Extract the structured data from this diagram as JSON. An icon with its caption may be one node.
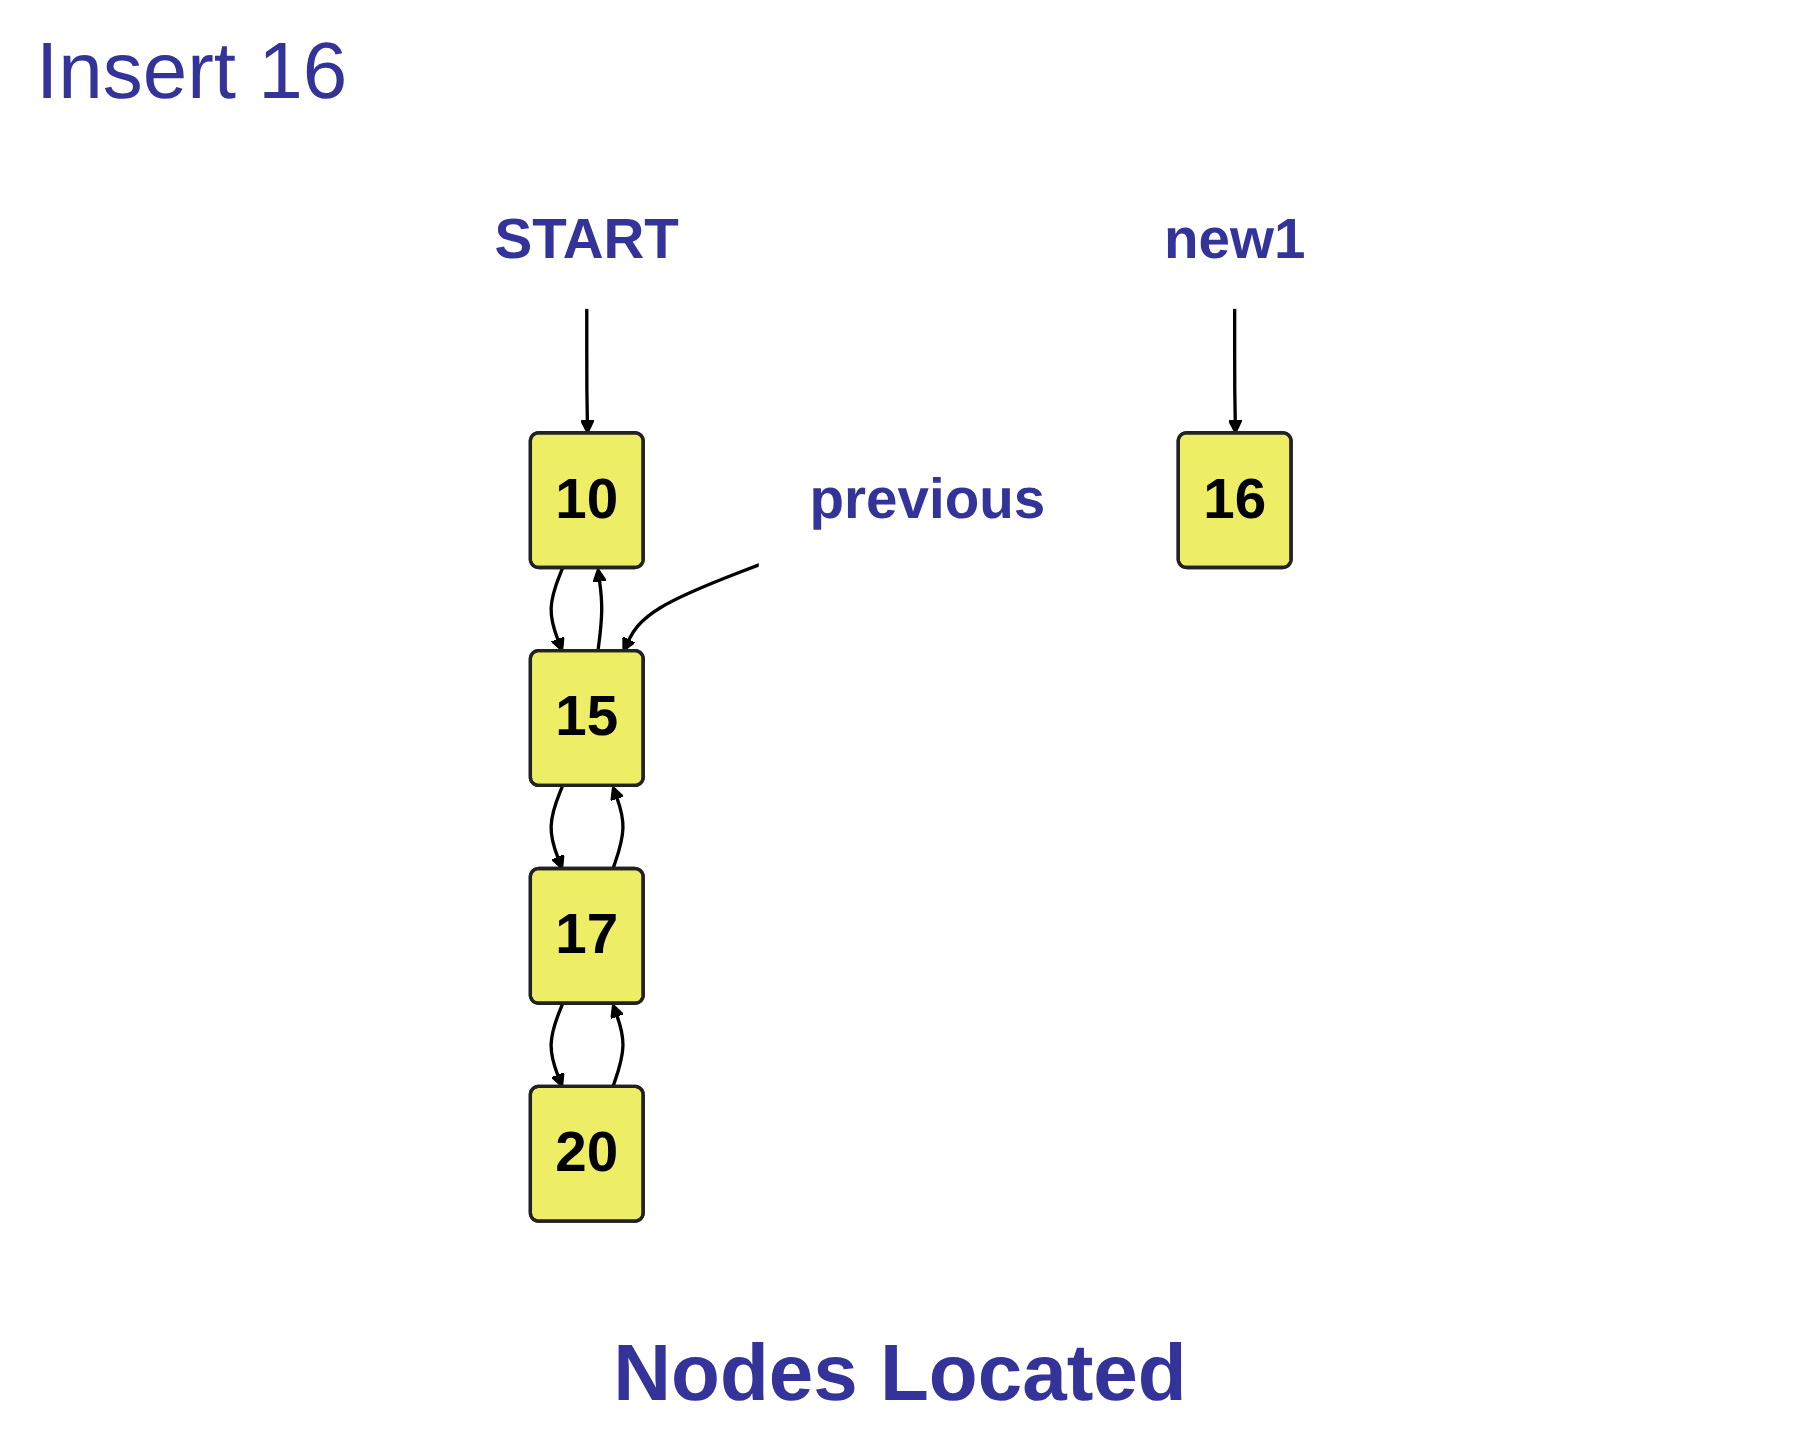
{
  "diagram": {
    "title": "Insert 16",
    "caption": "Nodes Located",
    "nodes": [
      {
        "text": [
          "new1"
        ]
      },
      {
        "text": [
          "16"
        ]
      },
      {
        "text": [
          "START"
        ]
      },
      {
        "text": [
          "10"
        ]
      },
      {
        "text": [
          "15"
        ]
      },
      {
        "text": [
          "17"
        ]
      },
      {
        "text": [
          "20"
        ]
      },
      {
        "text": [
          "previous"
        ]
      }
    ],
    "edges": [
      {
        "from": 0,
        "to": 1,
        "arrow": "to"
      },
      {
        "from": 2,
        "to": 3,
        "arrow": "to"
      },
      {
        "from": 3,
        "to": 4,
        "arrow": "to"
      },
      {
        "from": 4,
        "to": 3,
        "arrow": "to"
      },
      {
        "from": 4,
        "to": 5,
        "arrow": "to"
      },
      {
        "from": 5,
        "to": 4,
        "arrow": "to"
      },
      {
        "from": 5,
        "to": 6,
        "arrow": "to"
      },
      {
        "from": 6,
        "to": 5,
        "arrow": "to"
      },
      {
        "from": 7,
        "to": 4,
        "arrow": "to"
      }
    ]
  }
}
